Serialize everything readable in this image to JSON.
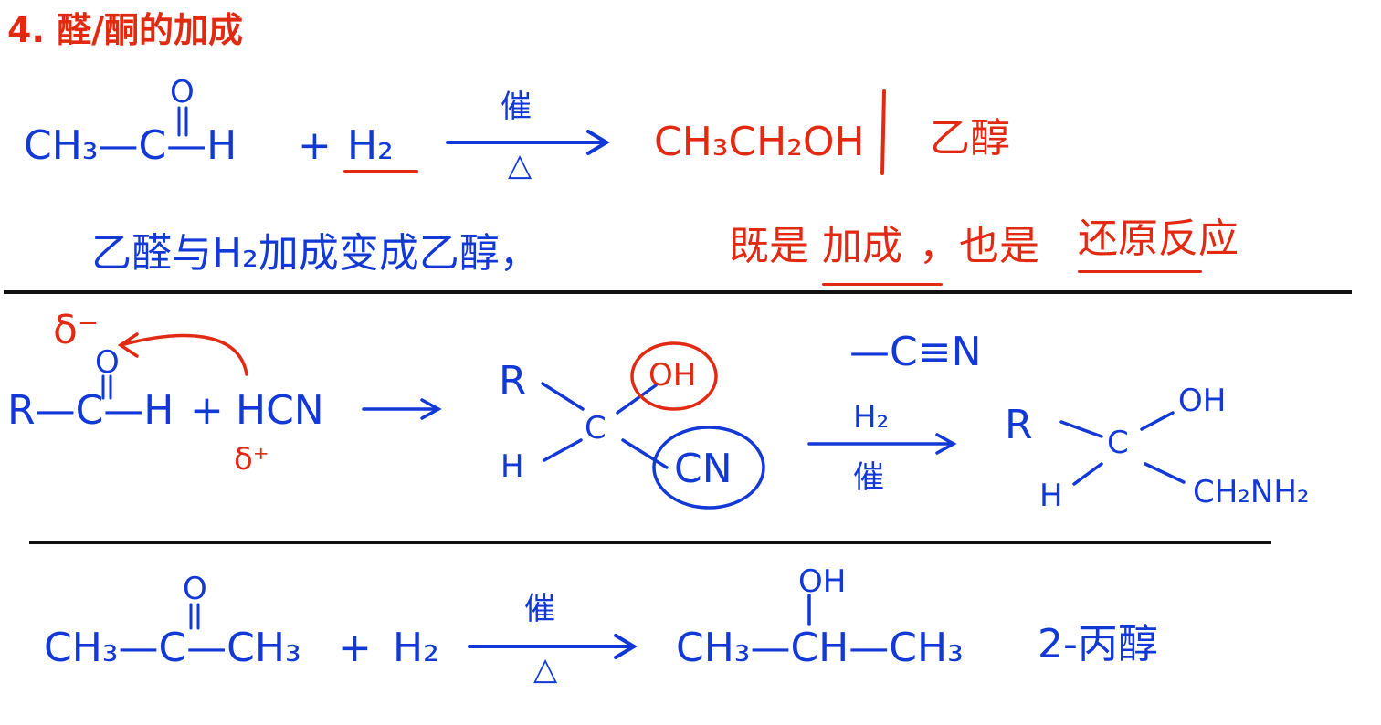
{
  "title": "4. 醛/酮的加成",
  "section1": {
    "reactant_left": "CH₃—C—H",
    "oxygen": "O",
    "plus1": "+",
    "reactant_right": "H₂",
    "catalyst_top": "催",
    "catalyst_bottom": "△",
    "product": "CH₃CH₂OH",
    "product_name": "乙醇",
    "note_blue": "乙醛与H₂加成变成乙醇，",
    "note_red_1": "既是",
    "note_red_2": "加成",
    "note_red_3": "，也是",
    "note_red_4": "还原反应"
  },
  "section2": {
    "partial_minus": "δ⁻",
    "partial_plus": "δ⁺",
    "oxygen": "O",
    "reactant_left": "R—C—H",
    "plus": "+",
    "reactant_right": "HCN",
    "cyano": "—C≡N",
    "int_R": "R",
    "int_H": "H",
    "int_C": "C",
    "int_OH": "OH",
    "int_CN": "CN",
    "reagent_top": "H₂",
    "reagent_bottom": "催",
    "prod_R": "R",
    "prod_H": "H",
    "prod_C": "C",
    "prod_OH": "OH",
    "prod_CH2NH2": "CH₂NH₂"
  },
  "section3": {
    "oxygen": "O",
    "reactant_left": "CH₃—C—CH₃",
    "plus": "+",
    "reactant_right": "H₂",
    "catalyst_top": "催",
    "catalyst_bottom": "△",
    "product_OH": "OH",
    "product": "CH₃—CH—CH₃",
    "product_name": "2-丙醇"
  }
}
